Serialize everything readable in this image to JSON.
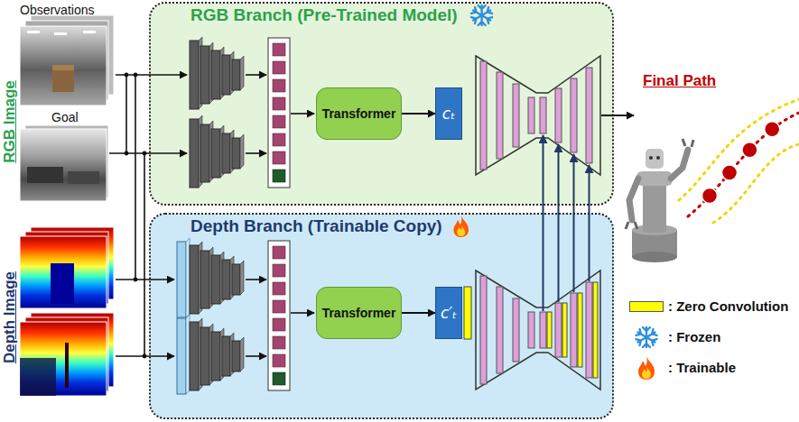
{
  "diagram": {
    "nodes": [
      {
        "text": [
          "RGB Branch (Pre-Trained Model)"
        ]
      },
      {
        "text": [
          "Transformer"
        ],
        "in": 0
      },
      {
        "text": [
          "cₜ"
        ],
        "in": 0
      },
      {
        "text": [
          "Depth Branch (Trainable Copy)"
        ]
      },
      {
        "text": [
          "Transformer"
        ],
        "in": 3
      },
      {
        "text": [
          "c′ₜ"
        ],
        "in": 3
      }
    ],
    "edges": [
      {
        "from": 1,
        "to": 2,
        "arrow": "to"
      },
      {
        "from": 4,
        "to": 5,
        "arrow": "to"
      }
    ],
    "labels": [
      "Observations",
      "Goal",
      "RGB Image",
      "Depth Image",
      "Final Path"
    ],
    "legend": [
      {
        "text": ": Zero Convolution",
        "color": "#ffff00"
      },
      {
        "text": ": Frozen"
      },
      {
        "text": ": Trainable"
      }
    ]
  }
}
